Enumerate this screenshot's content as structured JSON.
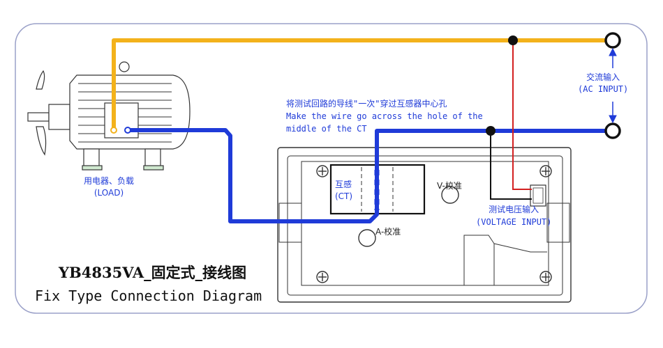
{
  "title": {
    "cn": "YB4835VA_固定式_接线图",
    "en": "Fix Type Connection Diagram"
  },
  "labels": {
    "instruction_cn": "将测试回路的导线\"一次\"穿过互感器中心孔",
    "instruction_en_1": "Make the wire go across the hole of the",
    "instruction_en_2": "middle of the CT",
    "ac_input_cn": "交流输入",
    "ac_input_en": "(AC INPUT)",
    "load_cn": "用电器、负载",
    "load_en": "(LOAD)",
    "ct_cn": "互感",
    "ct_en": "(CT)",
    "v_cal": "V-校准",
    "a_cal": "A-校准",
    "voltage_input_cn": "测试电压输入",
    "voltage_input_en": "(VOLTAGE INPUT)"
  },
  "colors": {
    "live_wire": "#f3b21b",
    "neutral_wire": "#1f3bd8",
    "sense_red": "#d32020",
    "sense_black": "#111111",
    "outline": "#333333",
    "frame": "#9aa0c8"
  },
  "icons": [
    "motor-fan-icon",
    "terminal-ring-icon",
    "junction-dot-icon",
    "arrow-up-icon",
    "arrow-down-icon"
  ]
}
